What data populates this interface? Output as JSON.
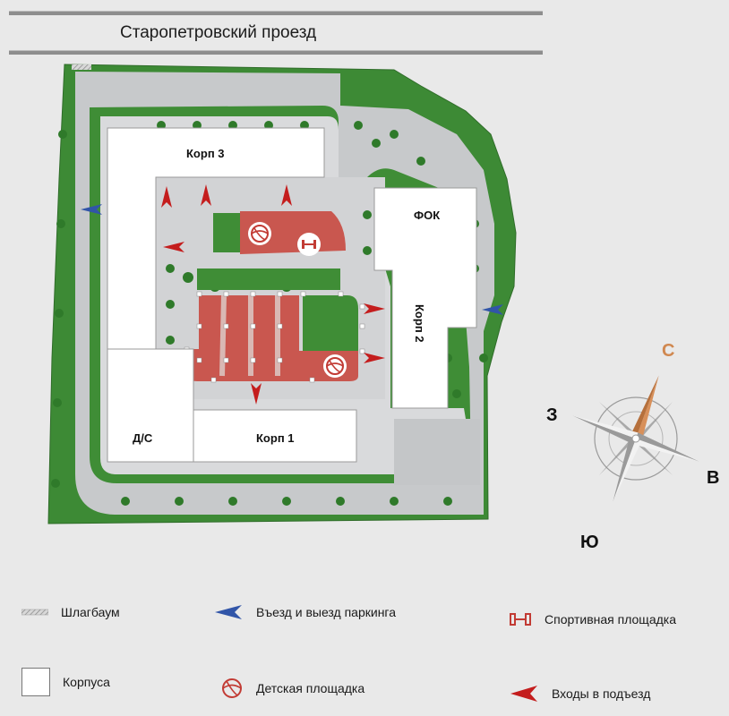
{
  "street": {
    "name": "Старопетровский проезд"
  },
  "buildings": {
    "korp3": "Корп 3",
    "fok": "ФОК",
    "korp2": "Корп 2",
    "ds": "Д/С",
    "korp1": "Корп 1"
  },
  "compass": {
    "north": "С",
    "east": "В",
    "south": "Ю",
    "west": "З"
  },
  "legend": {
    "barrier": "Шлагбаум",
    "parking": "Въезд и выезд паркинга",
    "sports": "Спортивная площадка",
    "buildings": "Корпуса",
    "kids": "Детская площадка",
    "entrances": "Входы в подъезд"
  },
  "colors": {
    "greenery": "#3d8a35",
    "road": "#c7c9cb",
    "courtyard": "#d9dadc",
    "playground": "#c9574f",
    "sports_icon": "#c23b34",
    "entrance_arrow": "#c41d1d",
    "parking_arrow": "#3155a8",
    "compass_north": "#d8905a"
  }
}
